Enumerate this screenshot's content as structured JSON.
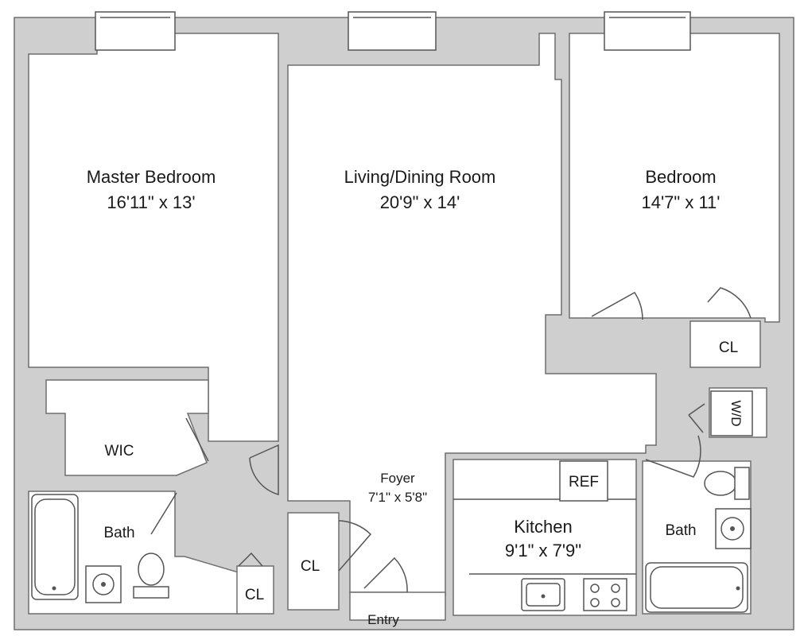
{
  "rooms": {
    "master_bedroom": {
      "name": "Master Bedroom",
      "size": "16'11\" x 13'"
    },
    "living_dining": {
      "name": "Living/Dining Room",
      "size": "20'9\" x 14'"
    },
    "bedroom": {
      "name": "Bedroom",
      "size": "14'7\" x 11'"
    },
    "foyer": {
      "name": "Foyer",
      "size": "7'1\" x 5'8\""
    },
    "kitchen": {
      "name": "Kitchen",
      "size": "9'1\" x 7'9\""
    },
    "wic": {
      "name": "WIC"
    },
    "bath_left": {
      "name": "Bath"
    },
    "bath_right": {
      "name": "Bath"
    },
    "closet_bedroom": {
      "name": "CL"
    },
    "closet_bath": {
      "name": "CL"
    },
    "closet_foyer": {
      "name": "CL"
    },
    "refrigerator": {
      "name": "REF"
    },
    "washer_dryer": {
      "name": "W/D"
    },
    "entry": {
      "name": "Entry"
    }
  }
}
